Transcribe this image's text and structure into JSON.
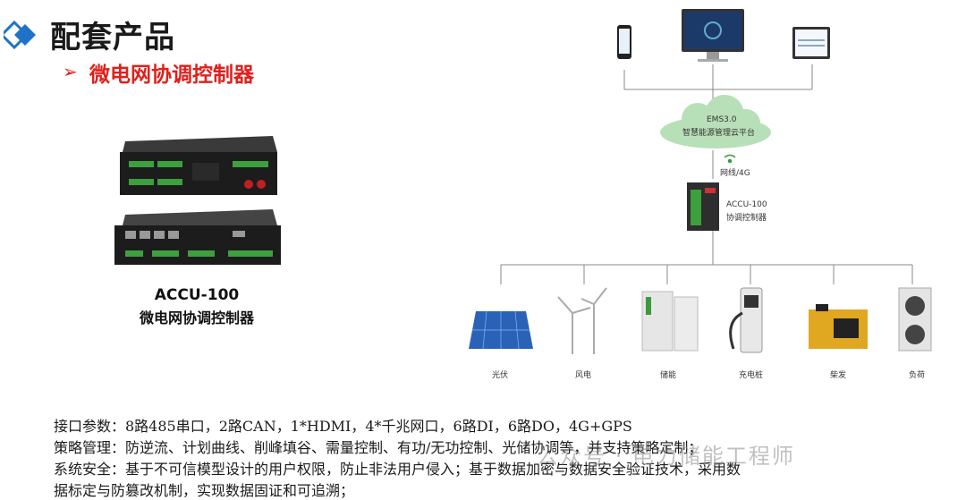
{
  "header": {
    "title": "配套产品",
    "subtitle_marker": "➢",
    "subtitle": "微电网协调控制器"
  },
  "product": {
    "model": "ACCU-100",
    "name": "微电网协调控制器"
  },
  "diagram": {
    "cloud_label_1": "EMS3.0",
    "cloud_label_2": "智慧能源管理云平台",
    "link_label": "网线/4G",
    "controller_label_1": "ACCU-100",
    "controller_label_2": "协调控制器",
    "devices": [
      {
        "label": "光伏",
        "icon": "solar-panel-icon"
      },
      {
        "label": "风电",
        "icon": "wind-turbine-icon"
      },
      {
        "label": "储能",
        "icon": "energy-storage-icon"
      },
      {
        "label": "充电桩",
        "icon": "charging-pile-icon"
      },
      {
        "label": "柴发",
        "icon": "diesel-generator-icon"
      },
      {
        "label": "负荷",
        "icon": "load-icon"
      }
    ],
    "clients": [
      "phone-icon",
      "monitor-icon",
      "tablet-icon"
    ]
  },
  "specs": {
    "line1": "接口参数：8路485串口，2路CAN，1*HDMI，4*千兆网口，6路DI，6路DO，4G+GPS",
    "line2": "策略管理：防逆流、计划曲线、削峰填谷、需量控制、有功/无功控制、光储协调等，并支持策略定制；",
    "line3": "系统安全：基于不可信模型设计的用户权限，防止非法用户侵入；基于数据加密与数据安全验证技术，采用数",
    "line4": "据标定与防篡改机制，实现数据固证和可追溯；"
  },
  "watermark": "公众号 · 电力储能工程师"
}
